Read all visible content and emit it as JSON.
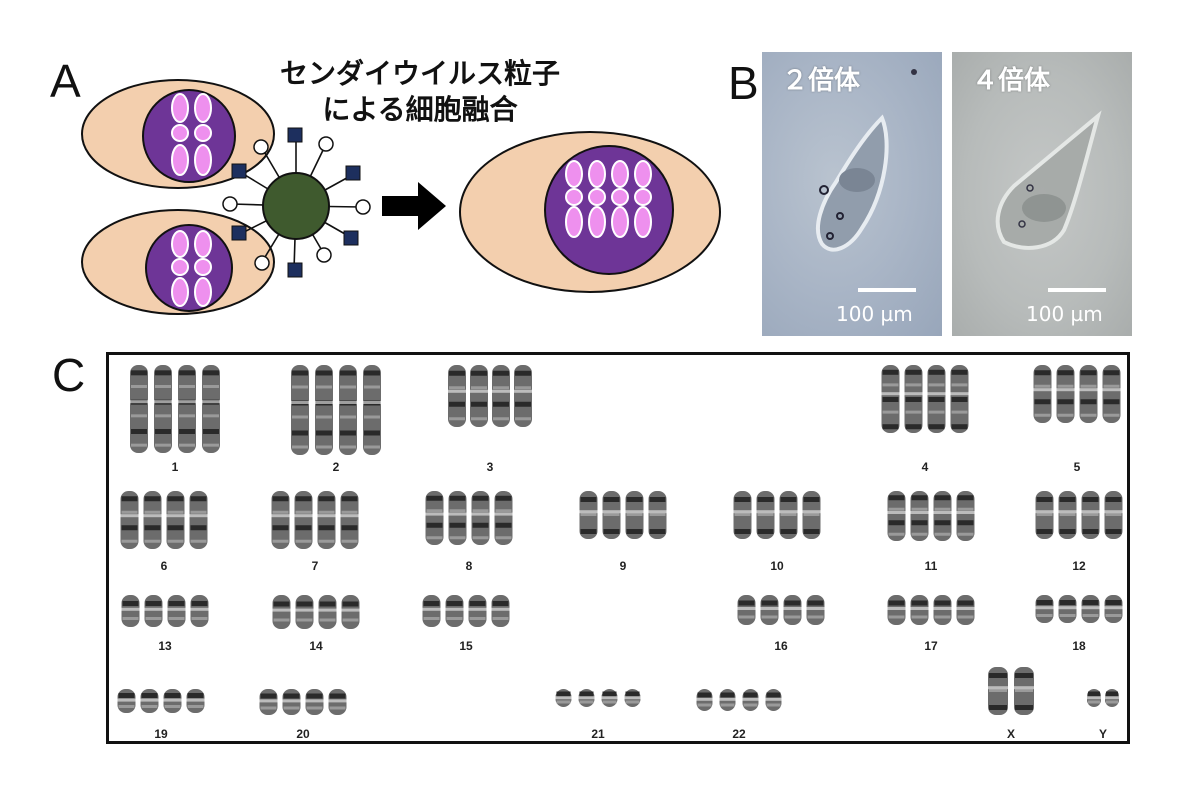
{
  "panels": {
    "a": {
      "letter": "A",
      "title_line1": "センダイウイルス粒子",
      "title_line2": "による細胞融合"
    },
    "b": {
      "letter": "B",
      "photos": [
        {
          "label": "２倍体",
          "scale": "100 µm"
        },
        {
          "label": "４倍体",
          "scale": "100 µm"
        }
      ]
    },
    "c": {
      "letter": "C"
    }
  },
  "colors": {
    "cell_body": "#f3cfae",
    "nucleus": "#6e3597",
    "chromosome": "#ee90ee",
    "virus_core": "#3f5a2e",
    "spike_square": "#1d2f5e",
    "arrow": "#000000"
  },
  "karyotype": {
    "rows": [
      [
        {
          "label": "1"
        },
        {
          "label": "2"
        },
        {
          "label": "3"
        },
        {
          "label": "4"
        },
        {
          "label": "5"
        }
      ],
      [
        {
          "label": "6"
        },
        {
          "label": "7"
        },
        {
          "label": "8"
        },
        {
          "label": "9"
        },
        {
          "label": "10"
        },
        {
          "label": "11"
        },
        {
          "label": "12"
        }
      ],
      [
        {
          "label": "13"
        },
        {
          "label": "14"
        },
        {
          "label": "15"
        },
        {
          "label": "16"
        },
        {
          "label": "17"
        },
        {
          "label": "18"
        }
      ],
      [
        {
          "label": "19"
        },
        {
          "label": "20"
        },
        {
          "label": "21"
        },
        {
          "label": "22"
        },
        {
          "label": "X"
        },
        {
          "label": "Y"
        }
      ]
    ]
  }
}
